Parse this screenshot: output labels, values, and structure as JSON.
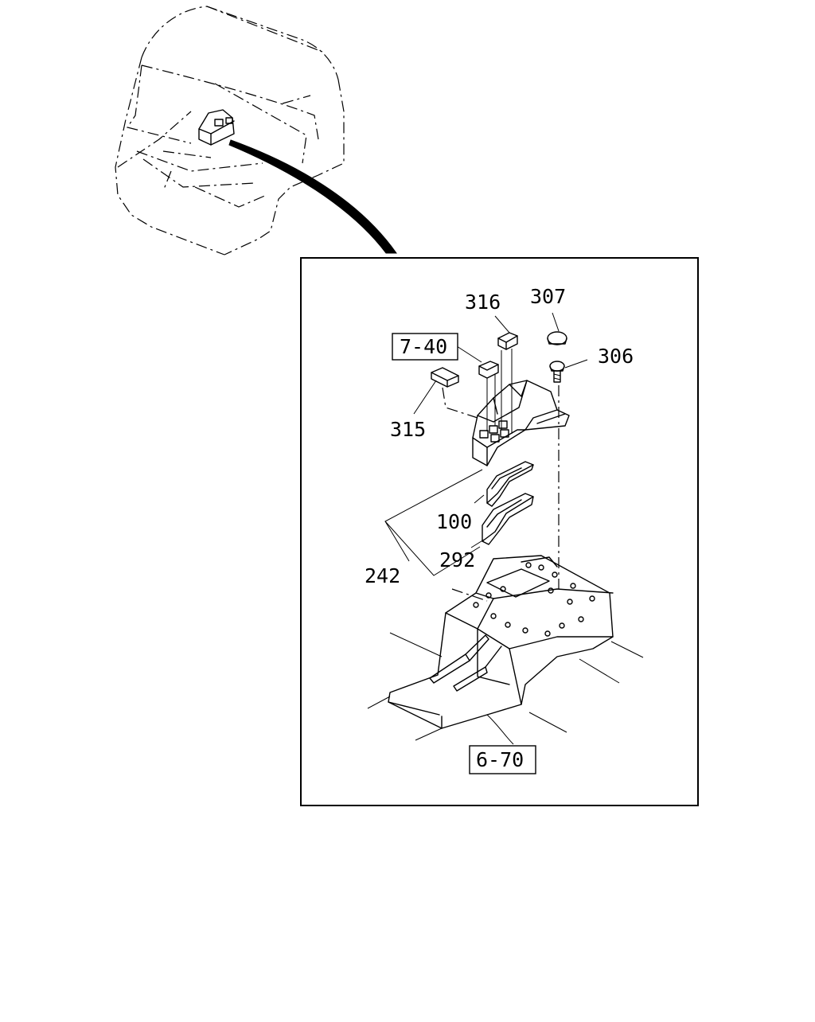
{
  "callouts": {
    "p316": "316",
    "p307": "307",
    "p306": "306",
    "p315": "315",
    "p100": "100",
    "p292": "292",
    "p242": "242",
    "ref_7_40": "7-40",
    "ref_6_70": "6-70"
  }
}
